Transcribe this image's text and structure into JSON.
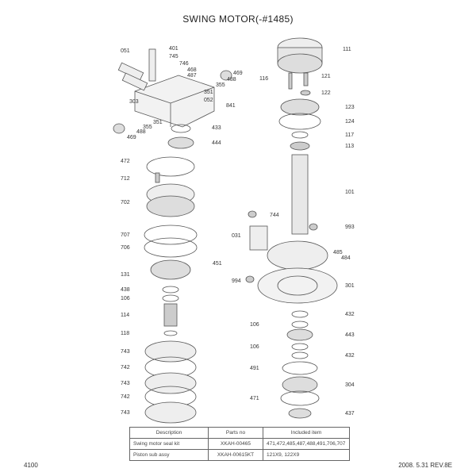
{
  "title": "SWING MOTOR(-#1485)",
  "left_labels": [
    "051",
    "401",
    "745",
    "746",
    "468",
    "487",
    "469",
    "488",
    "355",
    "351",
    "303",
    "052",
    "841",
    "351",
    "355",
    "488",
    "469",
    "433",
    "444",
    "472",
    "712",
    "702",
    "707",
    "706",
    "451",
    "131",
    "438",
    "106",
    "114",
    "118",
    "743",
    "742",
    "743",
    "742",
    "743"
  ],
  "right_labels": [
    "111",
    "116",
    "121",
    "122",
    "123",
    "124",
    "117",
    "113",
    "101",
    "744",
    "993",
    "031",
    "485",
    "484",
    "994",
    "301",
    "432",
    "106",
    "443",
    "106",
    "432",
    "491",
    "304",
    "471",
    "437"
  ],
  "table": {
    "headers": [
      "Description",
      "Parts no",
      "Included item"
    ],
    "rows": [
      [
        "Swing motor seal kit",
        "XKAH-00465",
        "471,472,485,487,488,491,706,707"
      ],
      [
        "Piston sub assy",
        "XKAH-00615KT",
        "121X9, 122X9"
      ]
    ]
  },
  "footer": {
    "page": "4100",
    "revision": "2008. 5.31  REV.8E"
  }
}
